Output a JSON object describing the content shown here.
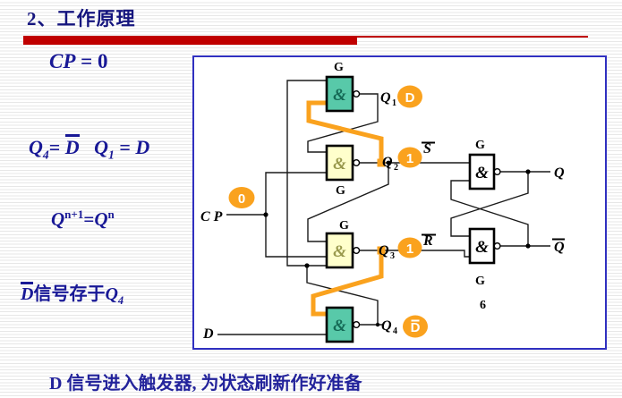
{
  "title": "2、工作原理",
  "colors": {
    "title_blue": "#15157e",
    "formula_blue": "#181896",
    "bar_red": "#c00000",
    "box_border_blue": "#3030c0",
    "highlight_orange": "#faa21e",
    "gate_teal": "#58c9a9",
    "gate_yellow": "#ffffcc"
  },
  "left_panel": {
    "cp_formula": {
      "lhs": "CP",
      "eq": " = ",
      "rhs": "0"
    },
    "q_formula": {
      "q4_base": "Q",
      "q4_sub": "4",
      "q4_eq": "= ",
      "q4_rhs": "D",
      "q1_base": "Q",
      "q1_sub": "1",
      "q1_eq": " = ",
      "q1_rhs": "D"
    },
    "state_formula": {
      "lhs_base": "Q",
      "lhs_sup": "n+1",
      "eq": "=",
      "rhs_base": "Q",
      "rhs_sup": "n"
    },
    "store_note": {
      "d": "D",
      "text": "信号存于",
      "q_base": "Q",
      "q_sub": "4"
    }
  },
  "circuit": {
    "gate_symbol": "&",
    "gate_label": "G",
    "gate_number": "6",
    "inputs": {
      "clock": "C P",
      "data": "D"
    },
    "nodes": {
      "q1_base": "Q",
      "q1_sub": "1",
      "q2_base": "Q",
      "q2_sub": "2",
      "q3_base": "Q",
      "q3_sub": "3",
      "q4_base": "Q",
      "q4_sub": "4",
      "set": "S",
      "reset": "R",
      "q_out": "Q",
      "q_bar_out": "Q"
    },
    "badges": {
      "clock": "0",
      "q1": "D",
      "q2": "1",
      "q3": "1",
      "q4": "D"
    }
  },
  "footer": "D 信号进入触发器, 为状态刷新作好准备"
}
